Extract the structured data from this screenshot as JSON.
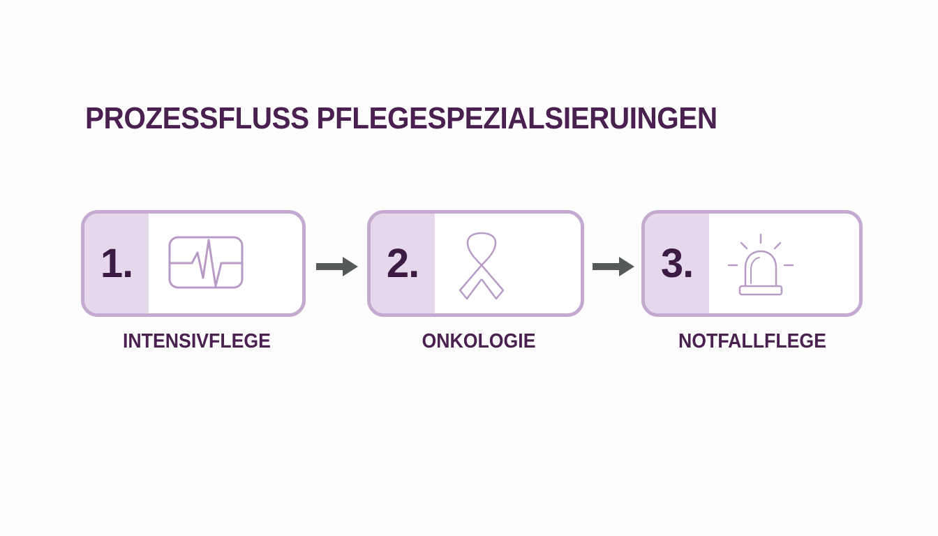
{
  "title": "PROZESSFLUSS PFLEGESPEZIALSIERUINGEN",
  "steps": [
    {
      "number": "1.",
      "label": "INTENSIVFLEGE",
      "icon": "heart-monitor-icon"
    },
    {
      "number": "2.",
      "label": "ONKOLOGIE",
      "icon": "awareness-ribbon-icon"
    },
    {
      "number": "3.",
      "label": "NOTFALLFLEGE",
      "icon": "emergency-siren-icon"
    }
  ],
  "colors": {
    "title": "#4a2050",
    "number": "#3c1a44",
    "box_border": "#c4a9d1",
    "number_panel": "#e5d8ec",
    "icon_stroke": "#b79bc6",
    "arrow": "#555a57"
  }
}
